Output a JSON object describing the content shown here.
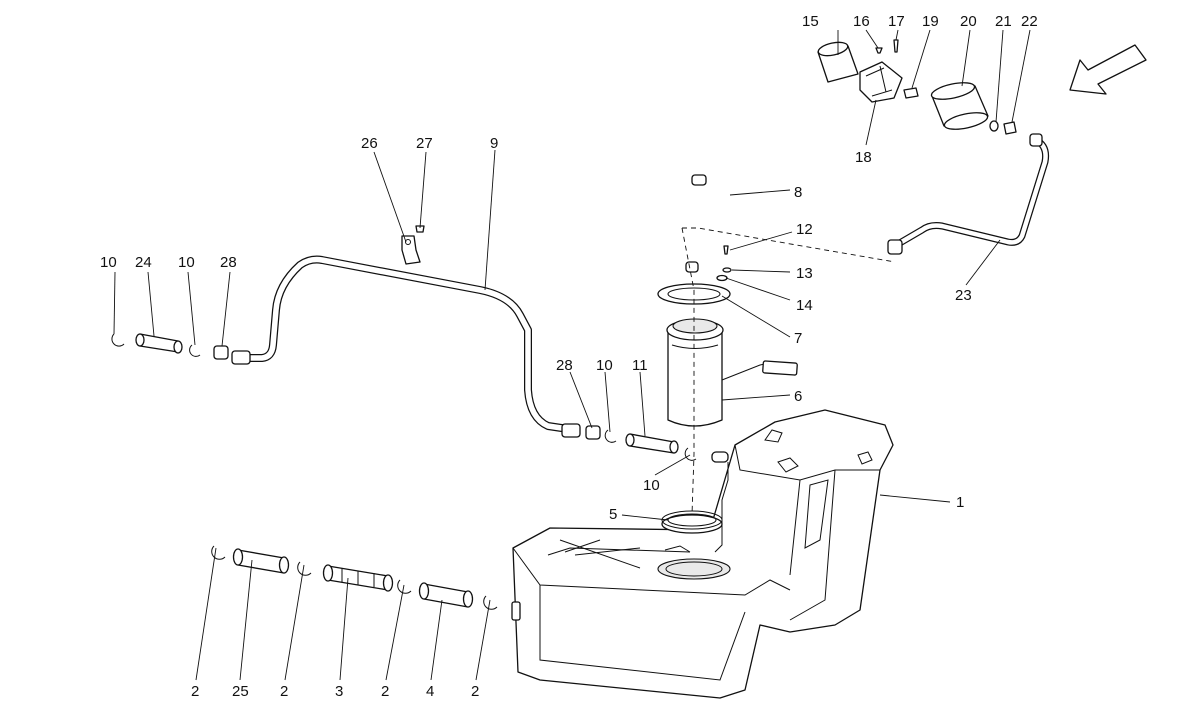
{
  "callouts": {
    "c1": "1",
    "c2a": "2",
    "c2b": "2",
    "c2c": "2",
    "c2d": "2",
    "c3": "3",
    "c4": "4",
    "c5": "5",
    "c6": "6",
    "c7": "7",
    "c8": "8",
    "c9": "9",
    "c10a": "10",
    "c10b": "10",
    "c10c": "10",
    "c10d": "10",
    "c11": "11",
    "c12": "12",
    "c13": "13",
    "c14": "14",
    "c15": "15",
    "c16": "16",
    "c17": "17",
    "c18": "18",
    "c19": "19",
    "c20": "20",
    "c21": "21",
    "c22": "22",
    "c23": "23",
    "c24": "24",
    "c25": "25",
    "c26": "26",
    "c27": "27",
    "c28a": "28",
    "c28b": "28"
  },
  "icons": {
    "direction_arrow": "arrow-down-left-icon"
  }
}
